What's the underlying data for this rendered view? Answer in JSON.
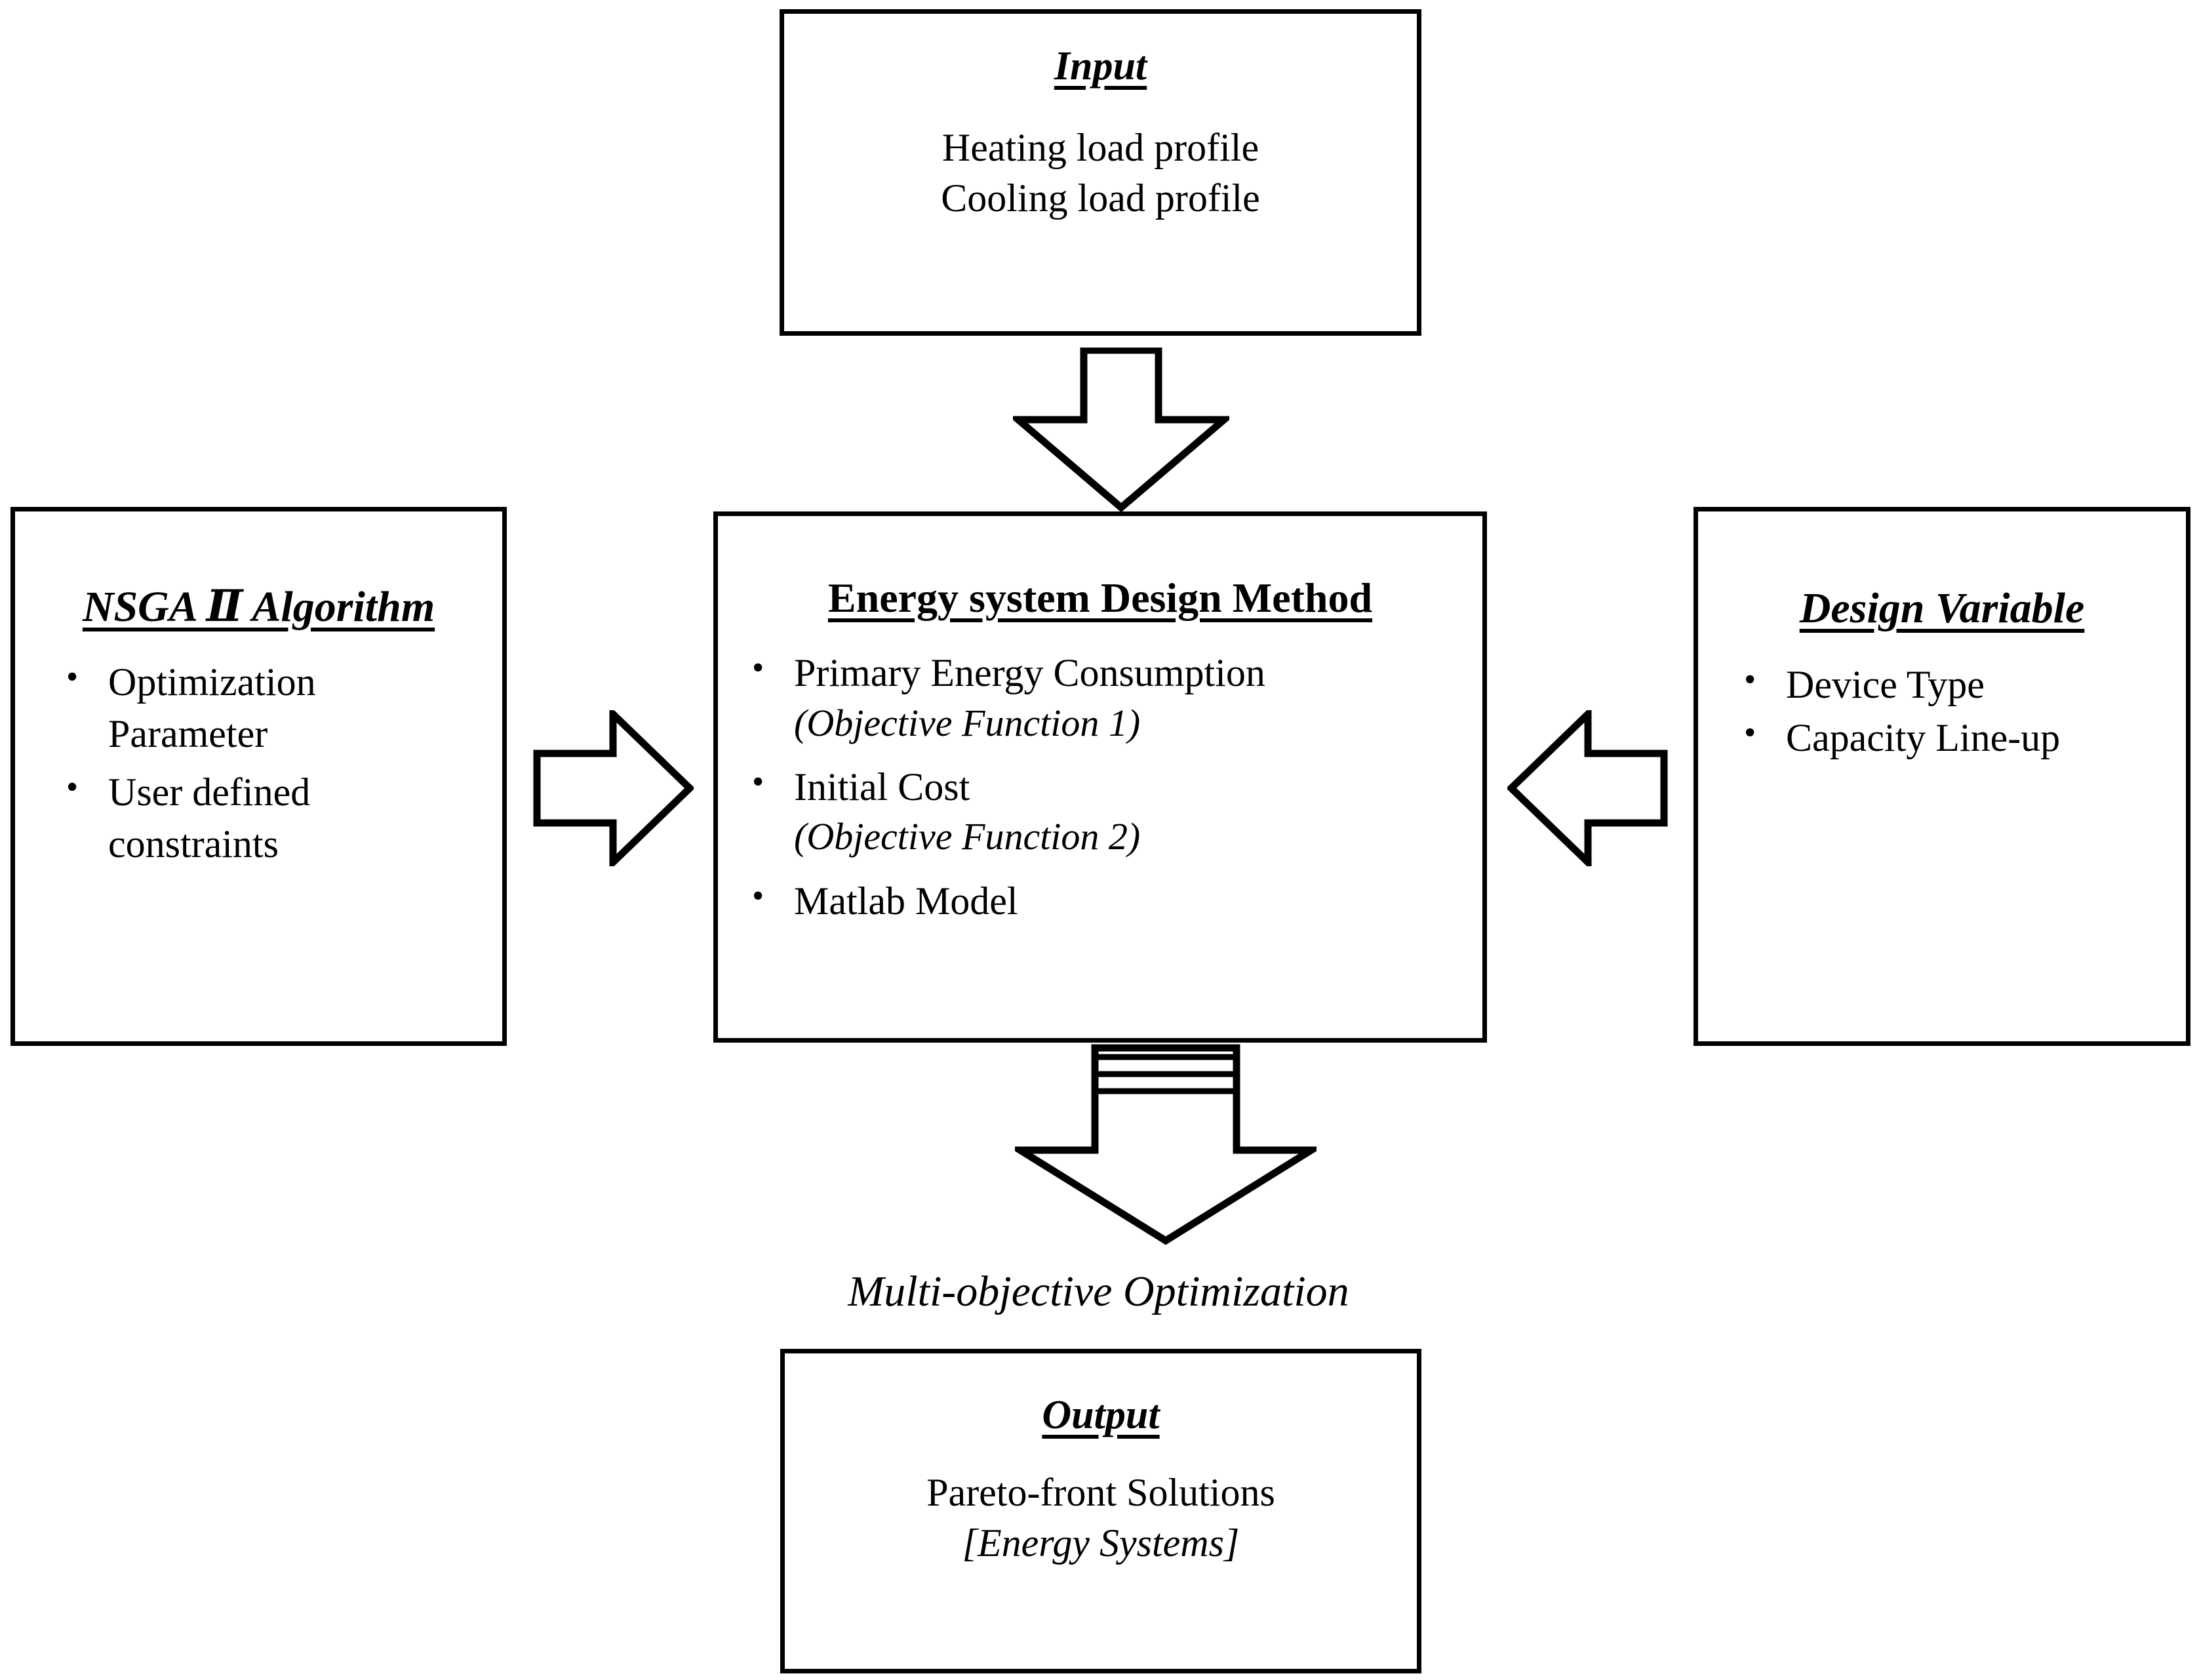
{
  "diagram": {
    "title_semantic": "energy-system-design-method-flowchart",
    "stroke_color": "#000000",
    "background_color": "#ffffff",
    "input_box": {
      "title": "Input",
      "lines": [
        "Heating load profile",
        "Cooling load profile"
      ]
    },
    "nsga_box": {
      "title": "NSGA Ⅱ Algorithm",
      "bullets": [
        {
          "main": "Optimization Parameter",
          "sub": ""
        },
        {
          "main": "User defined constraints",
          "sub": ""
        }
      ]
    },
    "center_box": {
      "title": "Energy system Design Method",
      "bullets": [
        {
          "main": "Primary Energy Consumption",
          "sub": "(Objective Function 1)"
        },
        {
          "main": "Initial Cost",
          "sub": "(Objective Function 2)"
        },
        {
          "main": "Matlab Model",
          "sub": ""
        }
      ]
    },
    "design_box": {
      "title": "Design Variable",
      "bullets": [
        {
          "main": "Device Type",
          "sub": ""
        },
        {
          "main": "Capacity Line-up",
          "sub": ""
        }
      ]
    },
    "caption": "Multi-objective Optimization",
    "output_box": {
      "title": "Output",
      "lines": [
        "Pareto-front Solutions",
        "[Energy Systems]"
      ]
    },
    "arrows": {
      "top": "arrow-down-input-to-center",
      "left": "arrow-right-nsga-to-center",
      "right": "arrow-left-design-to-center",
      "bottom": "arrow-down-center-to-output"
    }
  }
}
